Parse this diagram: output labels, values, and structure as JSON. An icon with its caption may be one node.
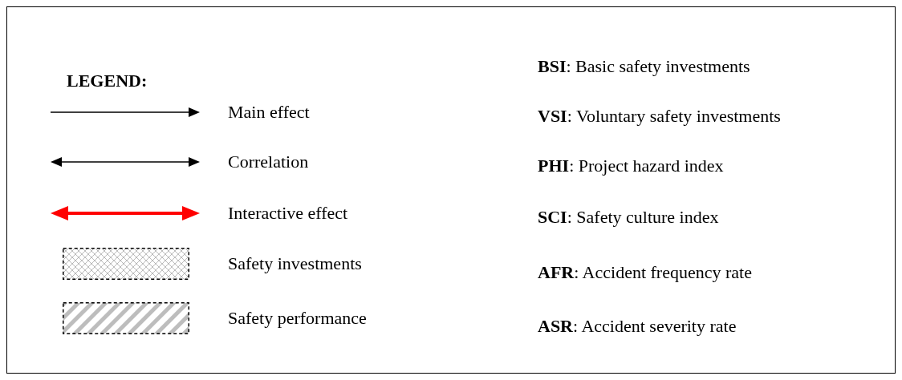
{
  "diagram": {
    "title": "LEGEND:",
    "legend": [
      {
        "text": "Main effect"
      },
      {
        "text": "Correlation"
      },
      {
        "text": "Interactive effect"
      },
      {
        "text": "Safety investments"
      },
      {
        "text": "Safety performance"
      }
    ],
    "labels": [
      "**BSI**: Basic safety investments",
      "**VSI**: Voluntary safety investments",
      "**PHI**: Project hazard index",
      "**SCI**: Safety culture index",
      "**AFR**: Accident frequency rate",
      "**ASR**: Accident severity rate"
    ]
  }
}
